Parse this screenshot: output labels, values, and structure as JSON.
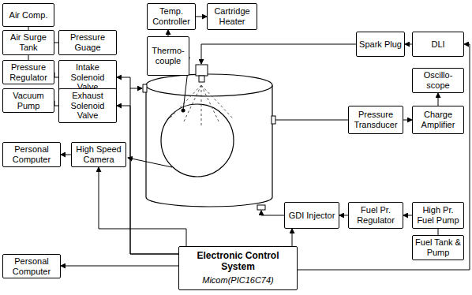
{
  "diagram": {
    "nodes": [
      {
        "text": [
          "Air Comp."
        ]
      },
      {
        "text": [
          "Air Surge Tank"
        ]
      },
      {
        "text": [
          "Pressure Guage"
        ]
      },
      {
        "text": [
          "Pressure Regulator"
        ]
      },
      {
        "text": [
          "Intake Solenoid Valve"
        ]
      },
      {
        "text": [
          "Vacuum Pump"
        ]
      },
      {
        "text": [
          "Exhaust Solenoid Valve"
        ]
      },
      {
        "text": [
          "Temp. Controller"
        ]
      },
      {
        "text": [
          "Cartridge Heater"
        ]
      },
      {
        "text": [
          "Thermo-couple"
        ]
      },
      {
        "text": [
          "Spark Plug"
        ]
      },
      {
        "text": [
          "DLI"
        ]
      },
      {
        "text": [
          "Oscillo-scope"
        ]
      },
      {
        "text": [
          "Pressure Transducer"
        ]
      },
      {
        "text": [
          "Charge Amplifier"
        ]
      },
      {
        "text": [
          "Personal Computer"
        ]
      },
      {
        "text": [
          "High Speed Camera"
        ]
      },
      {
        "text": [
          "GDI Injector"
        ]
      },
      {
        "text": [
          "Fuel Pr. Regulator"
        ]
      },
      {
        "text": [
          "High Pr. Fuel Pump"
        ]
      },
      {
        "text": [
          "Fuel Tank & Pump"
        ]
      },
      {
        "text": [
          "Personal Computer"
        ]
      },
      {
        "text": [
          "Electronic Control System",
          "Micom(PIC16C74)"
        ]
      }
    ],
    "edges": [
      {
        "from": 0,
        "to": 1,
        "arrow": "none"
      },
      {
        "from": 1,
        "to": 2,
        "arrow": "none"
      },
      {
        "from": 1,
        "to": 3,
        "arrow": "none"
      },
      {
        "from": 3,
        "to": 4,
        "arrow": "none"
      },
      {
        "from": 5,
        "to": 6,
        "arrow": "none"
      },
      {
        "from": 9,
        "to": 7,
        "arrow": "to"
      },
      {
        "from": 7,
        "to": 8,
        "arrow": "to"
      },
      {
        "from": 11,
        "to": 10,
        "arrow": "to"
      },
      {
        "from": 13,
        "to": 14,
        "arrow": "to"
      },
      {
        "from": 14,
        "to": 12,
        "arrow": "to"
      },
      {
        "from": 16,
        "to": 15,
        "arrow": "to"
      },
      {
        "from": 19,
        "to": 18,
        "arrow": "to"
      },
      {
        "from": 18,
        "to": 17,
        "arrow": "to"
      },
      {
        "from": 20,
        "to": 19,
        "arrow": "none"
      },
      {
        "from": 22,
        "to": 16,
        "arrow": "to"
      },
      {
        "from": 22,
        "to": 21,
        "arrow": "to"
      },
      {
        "from": 22,
        "to": 17,
        "arrow": "to"
      },
      {
        "from": 22,
        "to": 4,
        "arrow": "to"
      },
      {
        "from": 22,
        "to": 6,
        "arrow": "to"
      },
      {
        "from": 22,
        "to": 11,
        "arrow": "to"
      }
    ]
  }
}
